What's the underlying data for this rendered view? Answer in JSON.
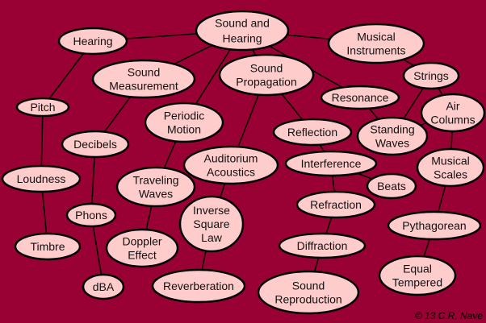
{
  "colors": {
    "background": "#990033",
    "node_fill": "#ffcccc",
    "stroke": "#000000"
  },
  "nodes": [
    {
      "id": "sound-and-hearing",
      "lines": [
        "Sound and",
        "Hearing"
      ]
    },
    {
      "id": "hearing",
      "lines": [
        "Hearing"
      ]
    },
    {
      "id": "musical-instruments",
      "lines": [
        "Musical",
        "Instruments"
      ]
    },
    {
      "id": "sound-measurement",
      "lines": [
        "Sound",
        "Measurement"
      ]
    },
    {
      "id": "sound-propagation",
      "lines": [
        "Sound",
        "Propagation"
      ]
    },
    {
      "id": "strings",
      "lines": [
        "Strings"
      ]
    },
    {
      "id": "pitch",
      "lines": [
        "Pitch"
      ]
    },
    {
      "id": "resonance",
      "lines": [
        "Resonance"
      ]
    },
    {
      "id": "air-columns",
      "lines": [
        "Air",
        "Columns"
      ]
    },
    {
      "id": "periodic-motion",
      "lines": [
        "Periodic",
        "Motion"
      ]
    },
    {
      "id": "reflection",
      "lines": [
        "Reflection"
      ]
    },
    {
      "id": "standing-waves",
      "lines": [
        "Standing",
        "Waves"
      ]
    },
    {
      "id": "decibels",
      "lines": [
        "Decibels"
      ]
    },
    {
      "id": "auditorium-acoustics",
      "lines": [
        "Auditorium",
        "Acoustics"
      ]
    },
    {
      "id": "interference",
      "lines": [
        "Interference"
      ]
    },
    {
      "id": "musical-scales",
      "lines": [
        "Musical",
        "Scales"
      ]
    },
    {
      "id": "loudness",
      "lines": [
        "Loudness"
      ]
    },
    {
      "id": "traveling-waves",
      "lines": [
        "Traveling",
        "Waves"
      ]
    },
    {
      "id": "beats",
      "lines": [
        "Beats"
      ]
    },
    {
      "id": "inverse-square-law",
      "lines": [
        "Inverse",
        "Square",
        "Law"
      ]
    },
    {
      "id": "refraction",
      "lines": [
        "Refraction"
      ]
    },
    {
      "id": "phons",
      "lines": [
        "Phons"
      ]
    },
    {
      "id": "pythagorean",
      "lines": [
        "Pythagorean"
      ]
    },
    {
      "id": "timbre",
      "lines": [
        "Timbre"
      ]
    },
    {
      "id": "doppler-effect",
      "lines": [
        "Doppler",
        "Effect"
      ]
    },
    {
      "id": "diffraction",
      "lines": [
        "Diffraction"
      ]
    },
    {
      "id": "equal-tempered",
      "lines": [
        "Equal",
        "Tempered"
      ]
    },
    {
      "id": "dba",
      "lines": [
        "dBA"
      ]
    },
    {
      "id": "reverberation",
      "lines": [
        "Reverberation"
      ]
    },
    {
      "id": "sound-reproduction",
      "lines": [
        "Sound",
        "Reproduction"
      ]
    }
  ],
  "edges": [
    [
      "sound-and-hearing",
      "hearing"
    ],
    [
      "sound-and-hearing",
      "sound-measurement"
    ],
    [
      "sound-and-hearing",
      "periodic-motion"
    ],
    [
      "sound-and-hearing",
      "sound-propagation"
    ],
    [
      "sound-and-hearing",
      "resonance"
    ],
    [
      "sound-and-hearing",
      "musical-instruments"
    ],
    [
      "hearing",
      "pitch"
    ],
    [
      "pitch",
      "loudness"
    ],
    [
      "loudness",
      "timbre"
    ],
    [
      "sound-measurement",
      "decibels"
    ],
    [
      "decibels",
      "phons"
    ],
    [
      "phons",
      "dba"
    ],
    [
      "periodic-motion",
      "traveling-waves"
    ],
    [
      "traveling-waves",
      "doppler-effect"
    ],
    [
      "sound-propagation",
      "auditorium-acoustics"
    ],
    [
      "sound-propagation",
      "reflection"
    ],
    [
      "auditorium-acoustics",
      "inverse-square-law"
    ],
    [
      "inverse-square-law",
      "reverberation"
    ],
    [
      "reflection",
      "interference"
    ],
    [
      "interference",
      "beats"
    ],
    [
      "interference",
      "refraction"
    ],
    [
      "refraction",
      "diffraction"
    ],
    [
      "diffraction",
      "sound-reproduction"
    ],
    [
      "resonance",
      "standing-waves"
    ],
    [
      "musical-instruments",
      "strings"
    ],
    [
      "strings",
      "standing-waves"
    ],
    [
      "strings",
      "air-columns"
    ],
    [
      "air-columns",
      "standing-waves"
    ],
    [
      "air-columns",
      "musical-scales"
    ],
    [
      "musical-scales",
      "pythagorean"
    ],
    [
      "pythagorean",
      "equal-tempered"
    ]
  ],
  "copyright": "13 C.R. Nave",
  "copyright_symbol": "©"
}
